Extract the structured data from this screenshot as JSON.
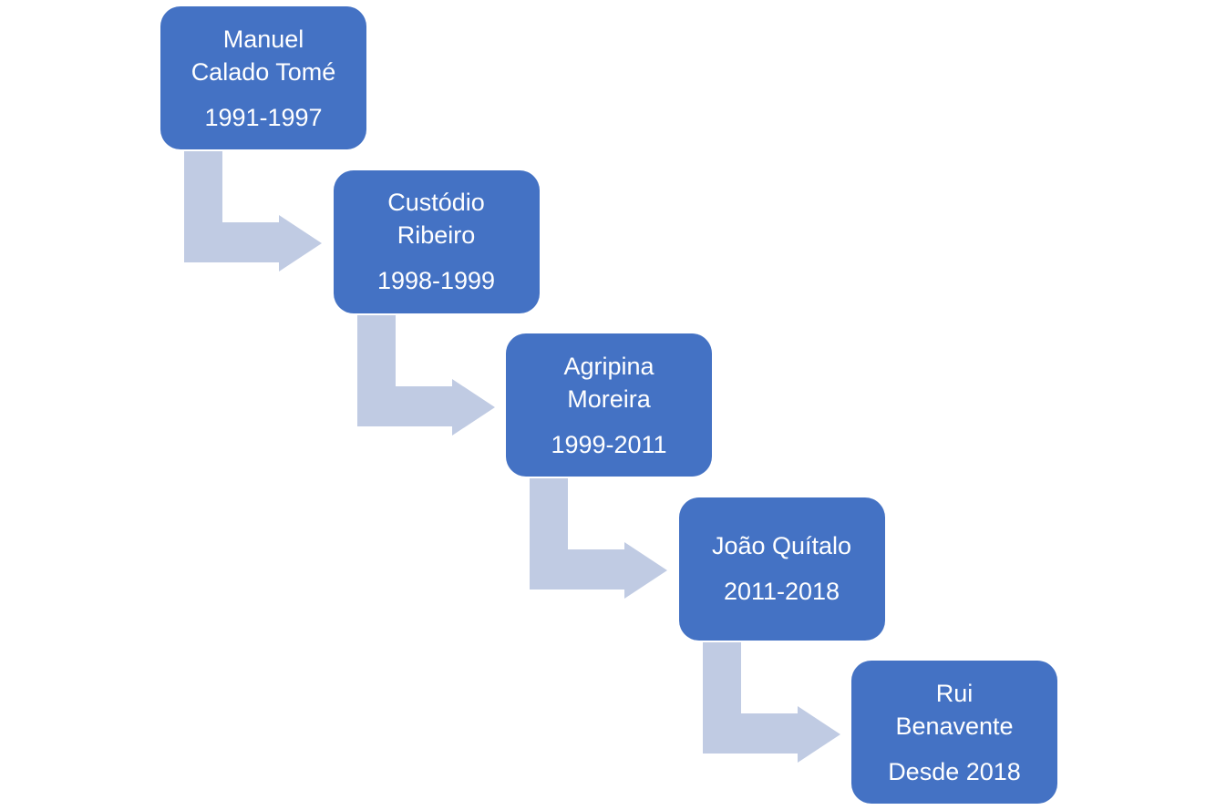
{
  "diagram": {
    "colors": {
      "box_fill": "#4472c4",
      "box_text": "#ffffff",
      "arrow_fill": "#c0cbe3"
    },
    "steps": [
      {
        "name_lines": [
          "Manuel",
          "Calado Tomé"
        ],
        "period": "1991-1997"
      },
      {
        "name_lines": [
          "Custódio",
          "Ribeiro"
        ],
        "period": "1998-1999"
      },
      {
        "name_lines": [
          "Agripina",
          "Moreira"
        ],
        "period": "1999-2011"
      },
      {
        "name_lines": [
          "João Quítalo"
        ],
        "period": "2011-2018"
      },
      {
        "name_lines": [
          "Rui",
          "Benavente"
        ],
        "period": "Desde 2018"
      }
    ]
  }
}
